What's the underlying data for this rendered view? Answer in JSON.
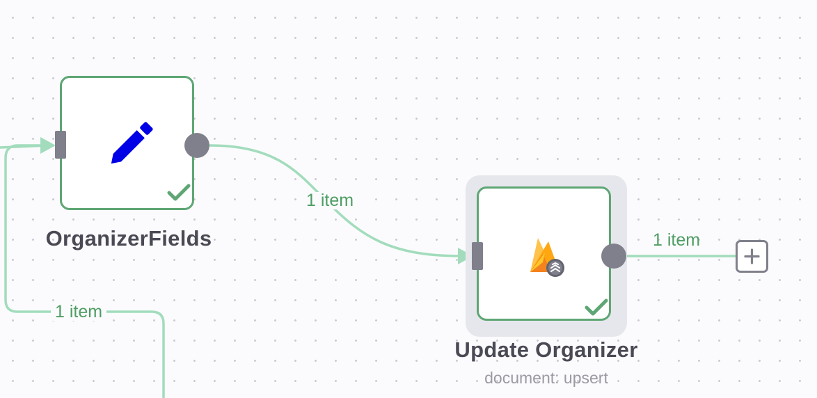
{
  "nodes": {
    "organizer_fields": {
      "title": "OrganizerFields",
      "icon": "pencil-icon",
      "status": "success",
      "icon_color": "#0000e6"
    },
    "update_organizer": {
      "title": "Update Organizer",
      "subtitle": "document: upsert",
      "icon": "firebase-firestore-icon",
      "status": "success"
    }
  },
  "connections": {
    "into_organizer_fields": {
      "label": "1 item"
    },
    "organizer_to_update": {
      "label": "1 item"
    },
    "update_to_add": {
      "label": "1 item"
    }
  },
  "add_node": {
    "icon": "plus-icon"
  },
  "colors": {
    "node_border": "#5ea674",
    "connection": "#a2dcbc",
    "label": "#4e9d63",
    "port": "#7f808b",
    "selected_halo": "#e6e7ec",
    "canvas": "#fbfbfd"
  }
}
